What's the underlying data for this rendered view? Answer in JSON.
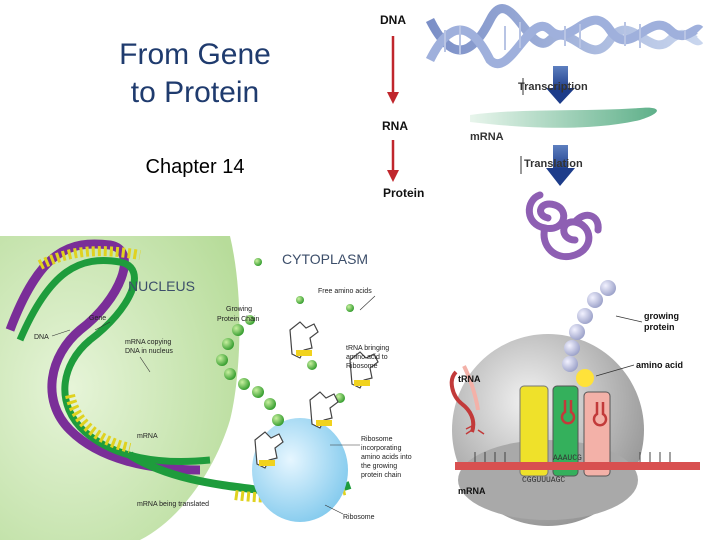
{
  "slide": {
    "title_line1": "From Gene",
    "title_line2": "to Protein",
    "subtitle": "Chapter 14"
  },
  "flow_diagram": {
    "dna": "DNA",
    "rna": "RNA",
    "protein": "Protein",
    "transcription": "Transcription",
    "mrna": "mRNA",
    "translation": "Translation",
    "arrow_color": "#c0262c"
  },
  "cell_diagram": {
    "cytoplasm": "CYTOPLASM",
    "nucleus": "NUCLEUS",
    "free_amino_acids": "Free amino acids",
    "growing_protein_chain": [
      "Growing",
      "Protein Chain"
    ],
    "gene": "Gene",
    "dna": "DNA",
    "mrna_copying": [
      "mRNA copying",
      "DNA in nucleus"
    ],
    "trna_bringing": [
      "tRNA bringing",
      "amino acid to",
      "Ribosome"
    ],
    "mrna": "mRNA",
    "ribosome_incorporating": [
      "Ribosome",
      "incorporating",
      "amino acids into",
      "the growing",
      "protein chain"
    ],
    "mrna_being_translated": "mRNA being translated",
    "ribosome": "Ribosome"
  },
  "ribosome_diagram": {
    "growing_protein": [
      "growing",
      "protein"
    ],
    "amino_acid": "amino acid",
    "trna": "tRNA",
    "mrna": "mRNA",
    "codon_top": "AAAUCG",
    "codon_bottom": "CGGUUUAGC"
  }
}
